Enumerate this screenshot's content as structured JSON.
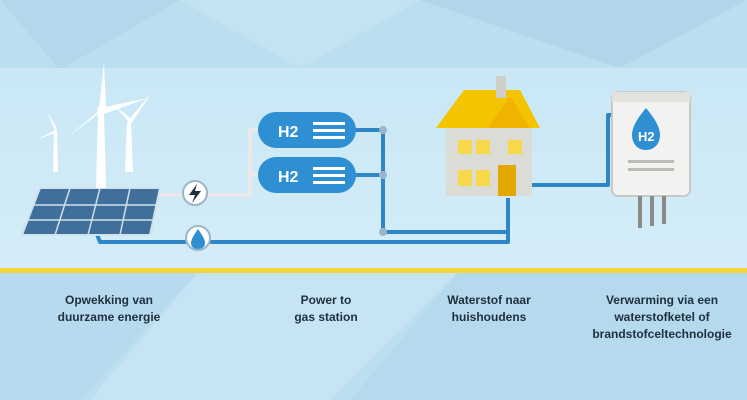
{
  "diagram": {
    "steps": [
      {
        "label": "Opwekking van\nduurzame energie"
      },
      {
        "label": "Power to\ngas station"
      },
      {
        "label": "Waterstof naar\nhuishoudens"
      },
      {
        "label": "Verwarming via een\nwaterstofketel of\nbrandstofceltechnologie"
      }
    ],
    "tank_labels": [
      "H2",
      "H2"
    ],
    "boiler_label": "H2",
    "hydrogen_node_label": "H2"
  },
  "colors": {
    "pipe": "#2e86c8",
    "tank": "#2e8fd3",
    "accent_yellow": "#f3d53a",
    "house_wall": "#dcdcd7",
    "roof": "#f5c400"
  }
}
